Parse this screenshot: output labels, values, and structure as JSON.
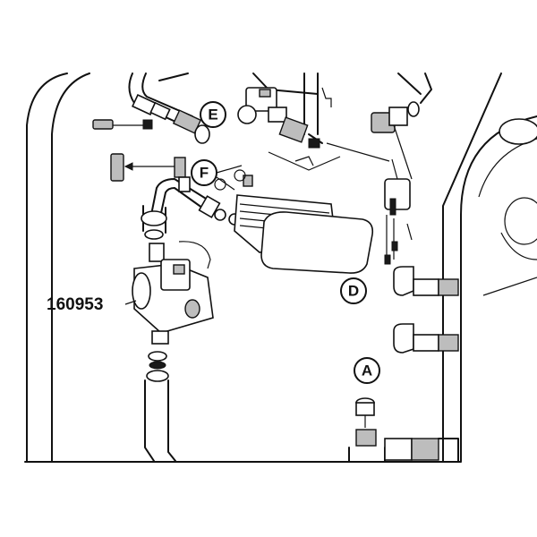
{
  "part_number": "160953",
  "callouts": {
    "A": "A",
    "D": "D",
    "E": "E",
    "F": "F"
  }
}
